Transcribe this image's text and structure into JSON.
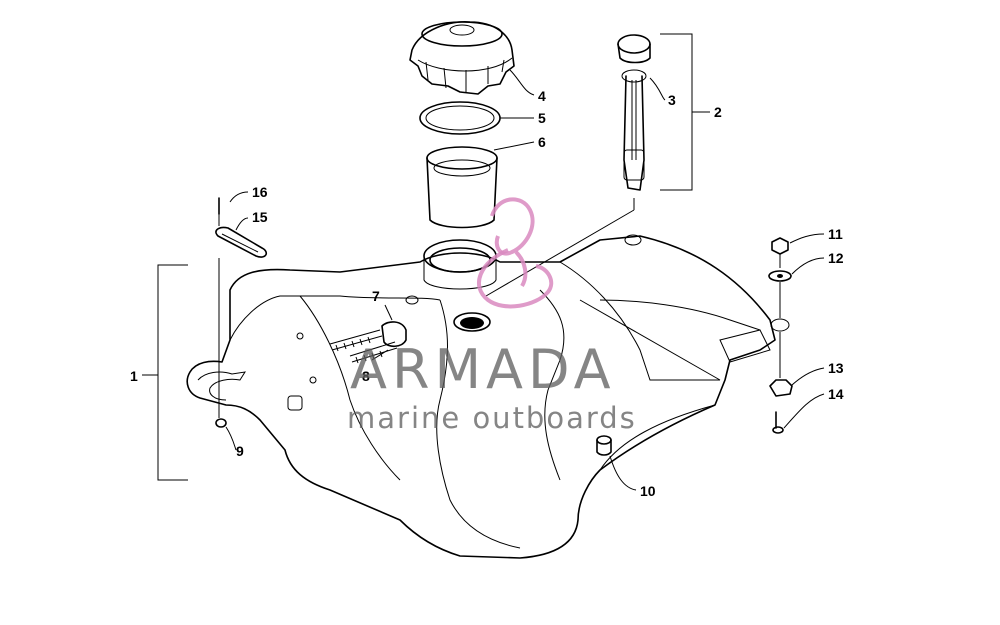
{
  "callouts": [
    {
      "id": "c1",
      "label": "1"
    },
    {
      "id": "c2",
      "label": "2"
    },
    {
      "id": "c3",
      "label": "3"
    },
    {
      "id": "c4",
      "label": "4"
    },
    {
      "id": "c5",
      "label": "5"
    },
    {
      "id": "c6",
      "label": "6"
    },
    {
      "id": "c7",
      "label": "7"
    },
    {
      "id": "c8",
      "label": "8"
    },
    {
      "id": "c9",
      "label": "9"
    },
    {
      "id": "c10",
      "label": "10"
    },
    {
      "id": "c11",
      "label": "11"
    },
    {
      "id": "c12",
      "label": "12"
    },
    {
      "id": "c13",
      "label": "13"
    },
    {
      "id": "c14",
      "label": "14"
    },
    {
      "id": "c15",
      "label": "15"
    },
    {
      "id": "c16",
      "label": "16"
    }
  ],
  "watermark": {
    "brand": "ARMADA",
    "tagline": "marine outboards",
    "logo_color": "#d98ac0",
    "text_color": "#5c5c5c"
  },
  "line_color": "#000000",
  "background_color": "#ffffff"
}
